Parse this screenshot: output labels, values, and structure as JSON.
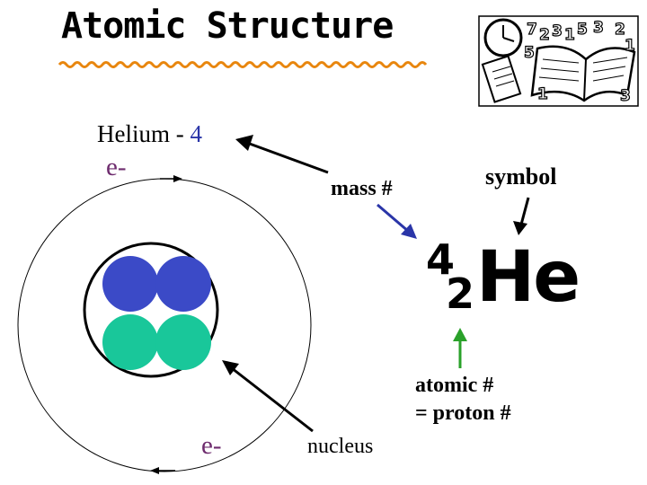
{
  "title": "Atomic Structure",
  "element_label": {
    "name": "Helium - ",
    "mass": "4"
  },
  "electron_label_top": "e-",
  "electron_label_bottom": "e-",
  "mass_label": "mass #",
  "symbol_label": "symbol",
  "notation": {
    "mass_number": "4",
    "atomic_number": "2",
    "symbol": "He"
  },
  "atomic_label": {
    "line1": "atomic #",
    "line2": "= proton #"
  },
  "nucleus_label": "nucleus",
  "clipart_numbers": [
    "7",
    "2",
    "3",
    "1",
    "5",
    "3",
    "2",
    "1",
    "5",
    "1",
    "3"
  ],
  "colors": {
    "proton": "#3b4ac7",
    "neutron": "#19c79a",
    "arrow_atomic": "#2aa12a",
    "title_underline": "#e8860e"
  }
}
